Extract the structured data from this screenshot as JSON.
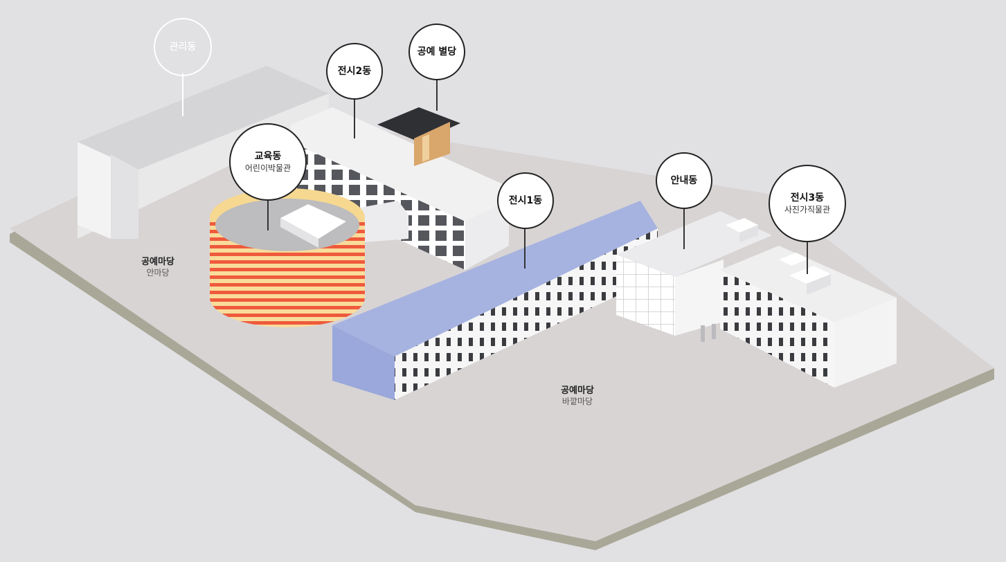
{
  "pins": {
    "admin": {
      "name": "관리동"
    },
    "exhibition2": {
      "name": "전시2동"
    },
    "craft_annex": {
      "name": "공예 별당"
    },
    "education": {
      "name": "교육동",
      "sub": "어린이박물관"
    },
    "exhibition1": {
      "name": "전시1동"
    },
    "info": {
      "name": "안내동"
    },
    "exhibition3": {
      "name": "전시3동",
      "sub": "사진가직물관"
    }
  },
  "plazas": {
    "inner": {
      "name": "공예마당",
      "sub": "안마당"
    },
    "outer": {
      "name": "공예마당",
      "sub": "바깥마당"
    }
  },
  "colors": {
    "background": "#e1e1e4",
    "ground": "#d8d4d4",
    "ground_edge": "#a9a898",
    "exhibition1_roof": "#a6b3e0",
    "education_stripe": "#ef5a3c",
    "education_rim": "#f9dc9b"
  }
}
